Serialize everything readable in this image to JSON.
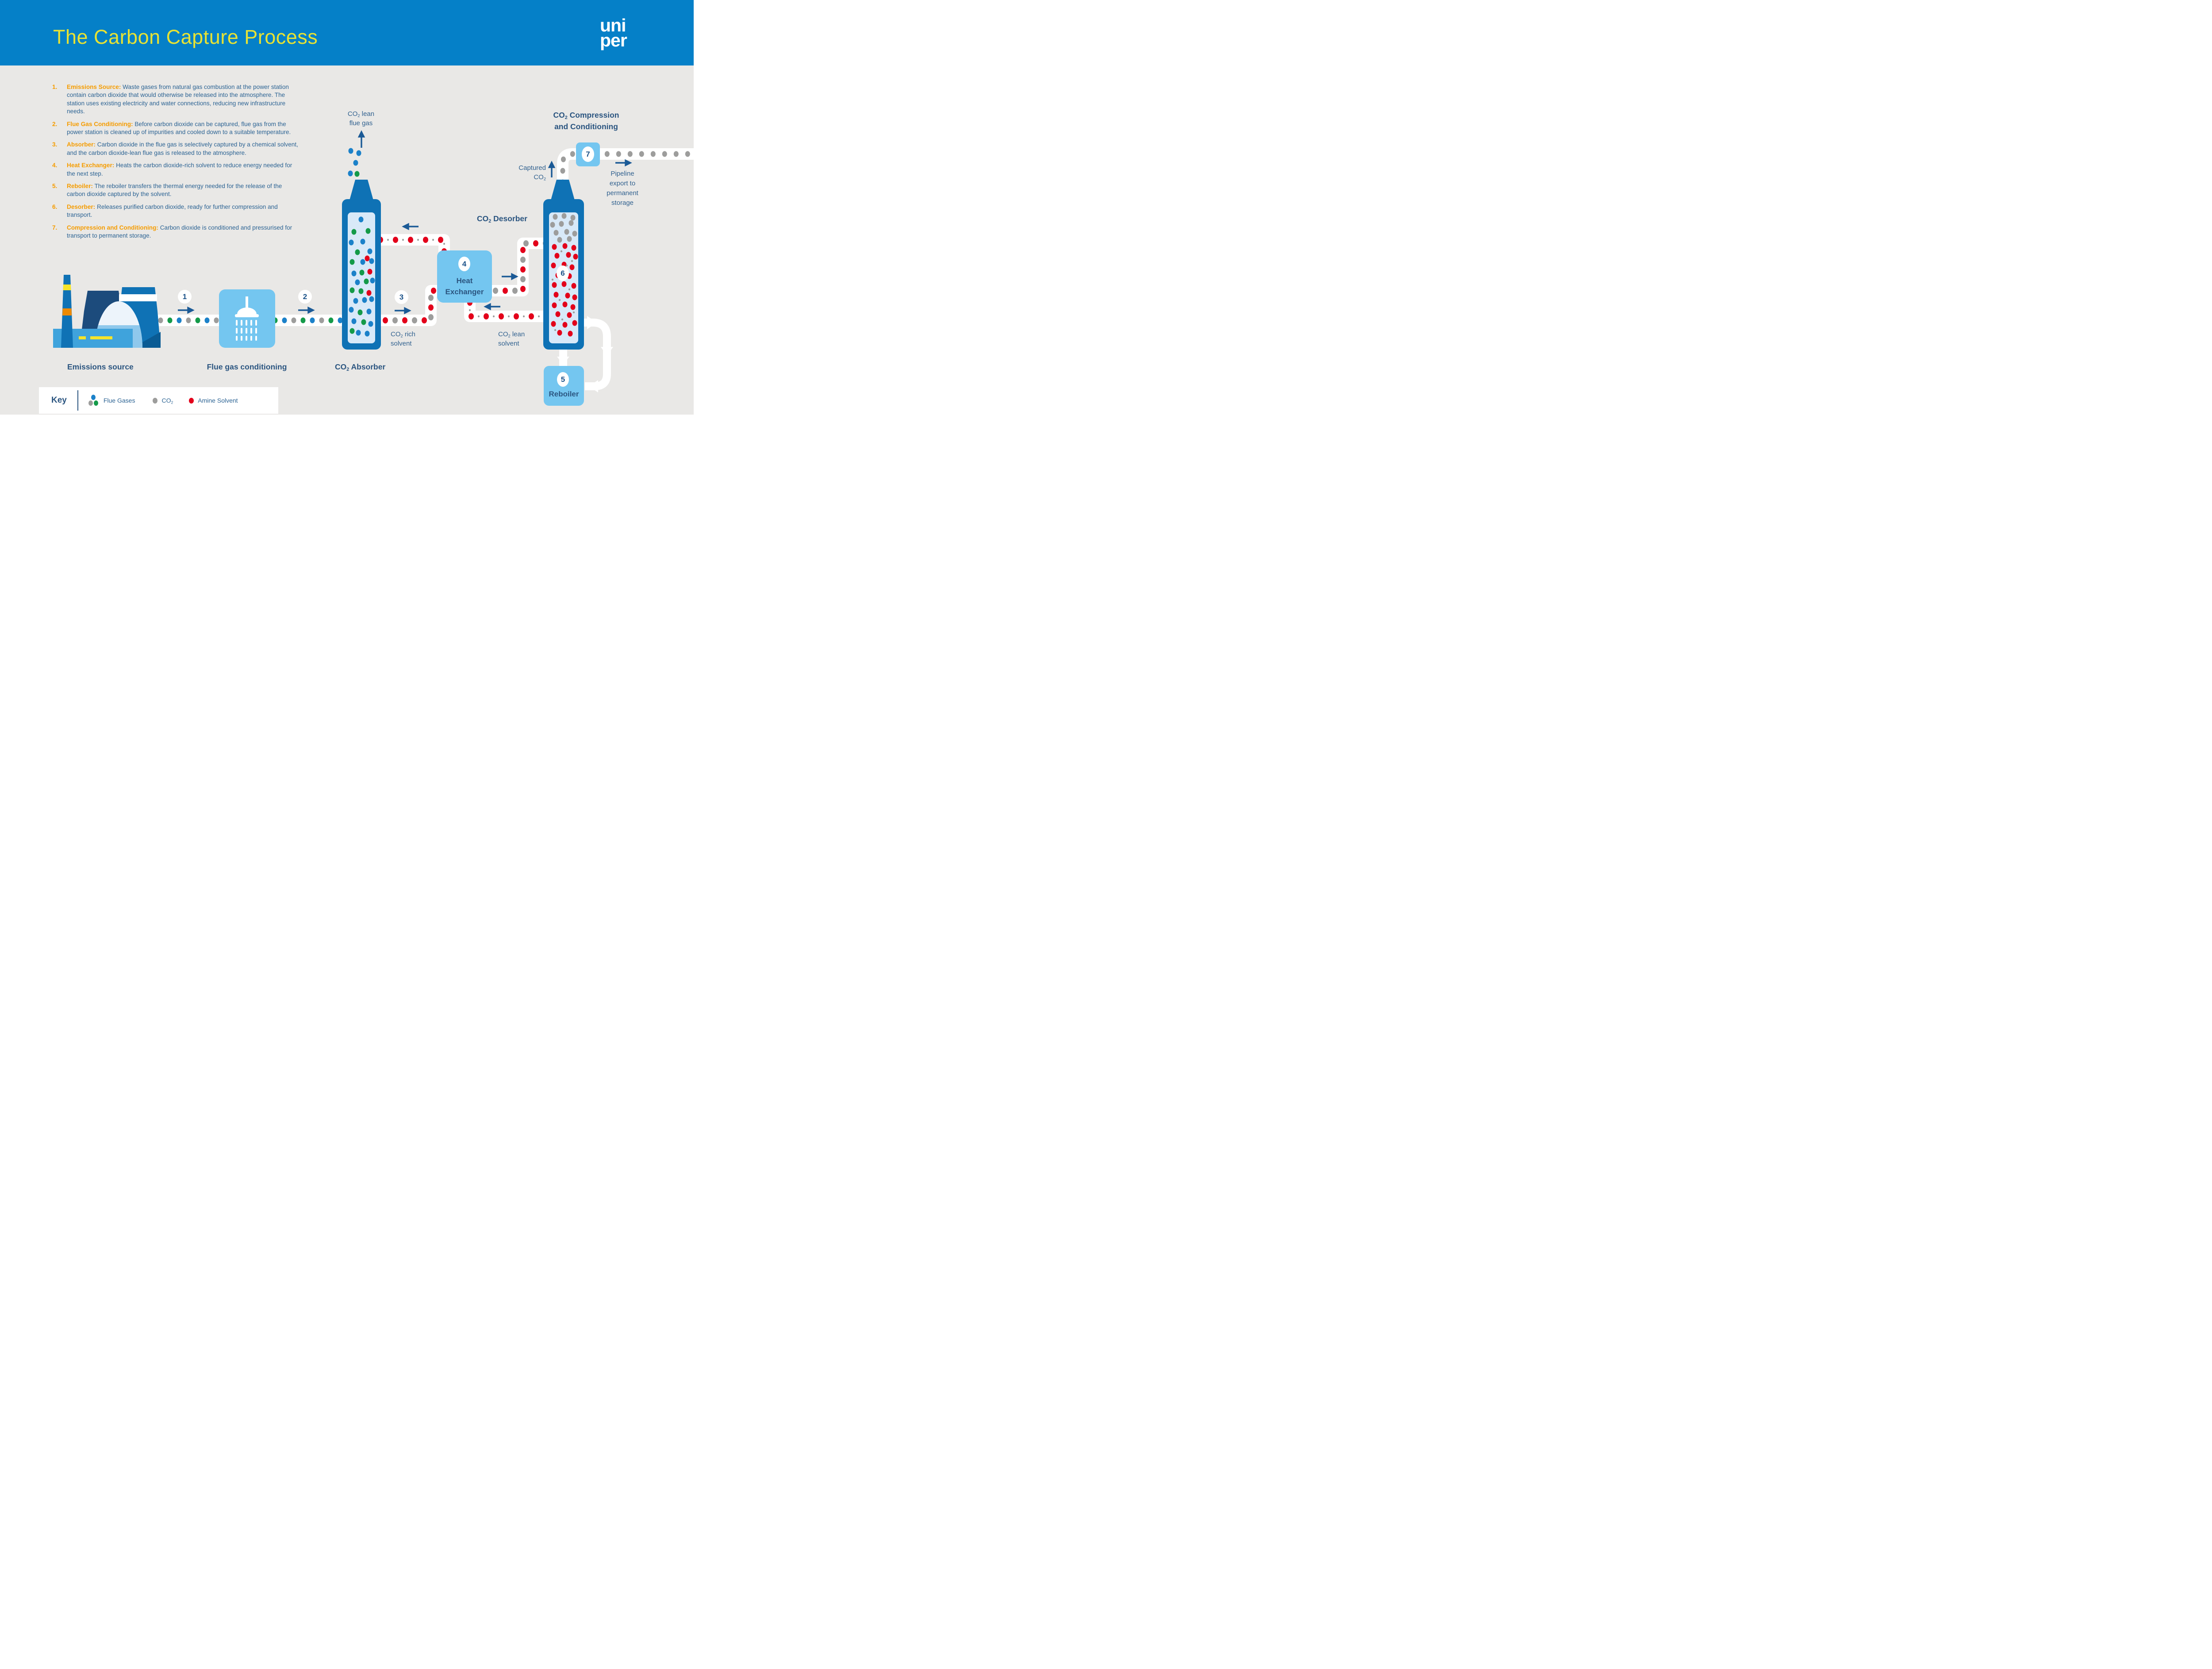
{
  "header": {
    "title": "The Carbon Capture Process",
    "logo_line1": "uni",
    "logo_line2": "per"
  },
  "steps": [
    {
      "num": "1.",
      "lead": "Emissions Source:",
      "text": "Waste gases from natural gas combustion at the power station contain carbon dioxide that would otherwise be released into the atmosphere. The station uses existing electricity and water connections, reducing new infrastructure needs."
    },
    {
      "num": "2.",
      "lead": "Flue Gas Conditioning:",
      "text": "Before carbon dioxide can be captured, flue gas from the power station is cleaned up of impurities and cooled down to a suitable temperature."
    },
    {
      "num": "3.",
      "lead": "Absorber:",
      "text": "Carbon dioxide in the flue gas is selectively captured by a chemical solvent, and the carbon dioxide-lean flue gas is released to the atmosphere."
    },
    {
      "num": "4.",
      "lead": "Heat Exchanger:",
      "text": "Heats the carbon dioxide-rich solvent to reduce energy needed for the next step."
    },
    {
      "num": "5.",
      "lead": "Reboiler:",
      "text": "The reboiler transfers the thermal energy needed for the release of the carbon dioxide captured by the solvent."
    },
    {
      "num": "6.",
      "lead": "Desorber:",
      "text": "Releases purified carbon dioxide, ready for further compression and transport."
    },
    {
      "num": "7.",
      "lead": "Compression and Conditioning:",
      "text": "Carbon dioxide is conditioned and pressurised for transport to permanent storage."
    }
  ],
  "diagram": {
    "emissions": {
      "label": "Emissions source",
      "marker": "1"
    },
    "flue_conditioning": {
      "label": "Flue gas conditioning",
      "marker": "2"
    },
    "absorber": {
      "label": "CO₂ Absorber",
      "marker": "3",
      "out_line1": "CO₂ lean",
      "out_line2": "flue gas"
    },
    "heat_exchanger": {
      "number": "4",
      "label_line1": "Heat",
      "label_line2": "Exchanger"
    },
    "reboiler": {
      "number": "5",
      "label": "Reboiler"
    },
    "desorber": {
      "number": "6",
      "label": "CO₂ Desorber"
    },
    "compression": {
      "number": "7",
      "title_line1": "CO₂ Compression",
      "title_line2": "and Conditioning"
    },
    "captured": {
      "line1": "Captured",
      "line2": "CO₂"
    },
    "pipeline": {
      "line1": "Pipeline",
      "line2": "export to",
      "line3": "permanent",
      "line4": "storage"
    },
    "rich_solvent": {
      "line1": "CO₂ rich",
      "line2": "solvent"
    },
    "lean_solvent": {
      "line1": "CO₂ lean",
      "line2": "solvent"
    }
  },
  "key": {
    "title": "Key",
    "items": [
      {
        "label": "Flue Gases"
      },
      {
        "label": "CO₂"
      },
      {
        "label": "Amine Solvent"
      }
    ]
  },
  "colors": {
    "header_blue": "#0580C8",
    "title_yellow": "#E7E234",
    "background": "#E9E8E6",
    "accent_orange": "#F59C00",
    "text_navy": "#2D6494",
    "caption_navy": "#2B5580",
    "column_blue": "#0F72B5",
    "column_fill": "#D8E9F8",
    "box_blue": "#74C6F0",
    "dot_blue": "#1B81C9",
    "dot_green": "#149A49",
    "dot_gray": "#9D9D9C",
    "dot_red": "#E3001B",
    "arrow_navy": "#1B5A96",
    "pipe_white": "#FFFFFF"
  }
}
